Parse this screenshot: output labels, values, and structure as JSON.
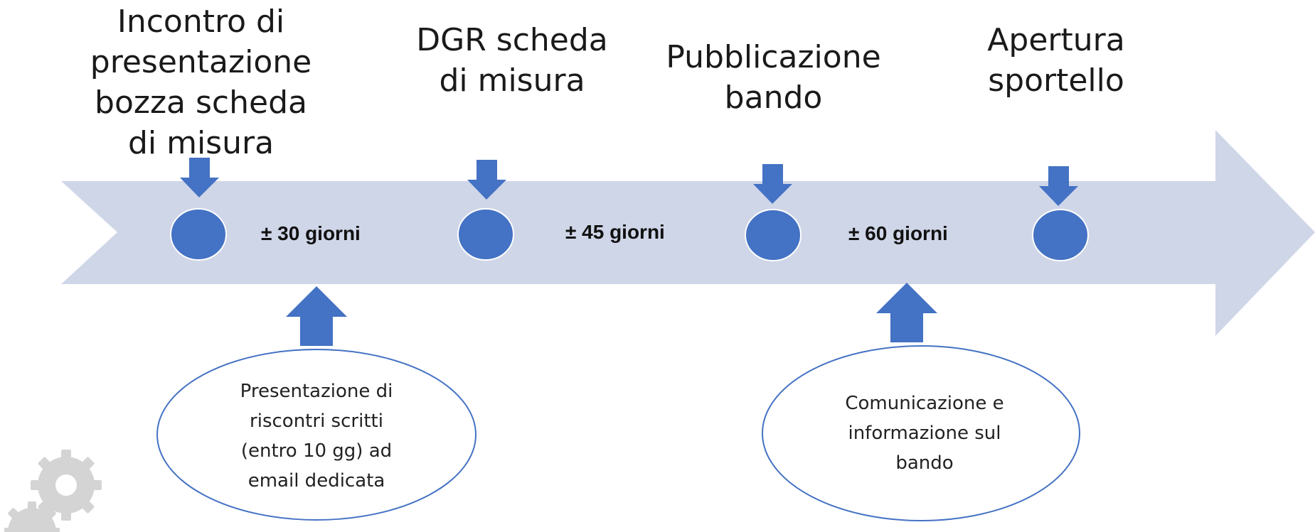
{
  "colors": {
    "timeline_band": "#cfd6e8",
    "accent": "#4472c4",
    "ellipse_stroke": "#4472c4",
    "text": "#1a1a1a",
    "gear": "#d4d4d4"
  },
  "milestones": [
    {
      "label": "Incontro di\npresentazione\nbozza scheda\ndi misura"
    },
    {
      "label": "DGR scheda\ndi misura"
    },
    {
      "label": "Pubblicazione\nbando"
    },
    {
      "label": "Apertura\nsportello"
    }
  ],
  "intervals": [
    {
      "label": "± 30 giorni"
    },
    {
      "label": "± 45 giorni"
    },
    {
      "label": "± 60 giorni"
    }
  ],
  "notes": [
    {
      "text": "Presentazione di\nriscontri scritti\n(entro 10 gg) ad\nemail dedicata"
    },
    {
      "text": "Comunicazione e\ninformazione sul\nbando"
    }
  ],
  "icons": {
    "decoration": "gear-icon"
  }
}
